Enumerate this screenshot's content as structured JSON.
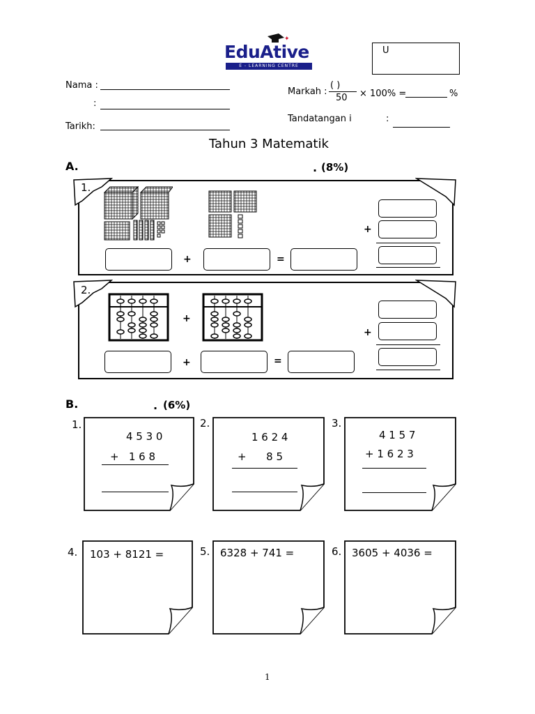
{
  "header": {
    "logo_main": "EduAtive",
    "logo_sub": "E - LEARNING CENTRE",
    "corner_box_text": "U",
    "nama_label": "Nama :",
    "colon_label": ":",
    "tarikh_label": "Tarikh:",
    "markah_label": "Markah :",
    "markah_paren": "(      )",
    "markah_denominator": "50",
    "markah_formula": "× 100% =",
    "percent_sign": "%",
    "tandatangan_label": "Tandatangan i",
    "tandatangan_colon": ":"
  },
  "title": "Tahun 3 Matematik",
  "section_a": {
    "letter": "A.",
    "dot": ".",
    "marks": "(8%)",
    "q1_num": "1.",
    "q2_num": "2.",
    "plus": "+",
    "equals": "="
  },
  "section_b": {
    "letter": "B.",
    "dot": ".",
    "marks": "(6%)",
    "vertical": [
      {
        "num": "1.",
        "top": "4 5 3 0",
        "bottom": "+   1 6 8"
      },
      {
        "num": "2.",
        "top": "1 6 2 4",
        "bottom": "+      8 5"
      },
      {
        "num": "3.",
        "top": "4 1 5 7",
        "bottom": "+ 1 6 2 3"
      }
    ],
    "horizontal": [
      {
        "num": "4.",
        "expr": "103 + 8121 ="
      },
      {
        "num": "5.",
        "expr": "6328 + 741 ="
      },
      {
        "num": "6.",
        "expr": "3605 + 4036 ="
      }
    ]
  },
  "footer": {
    "page_number": "1"
  }
}
